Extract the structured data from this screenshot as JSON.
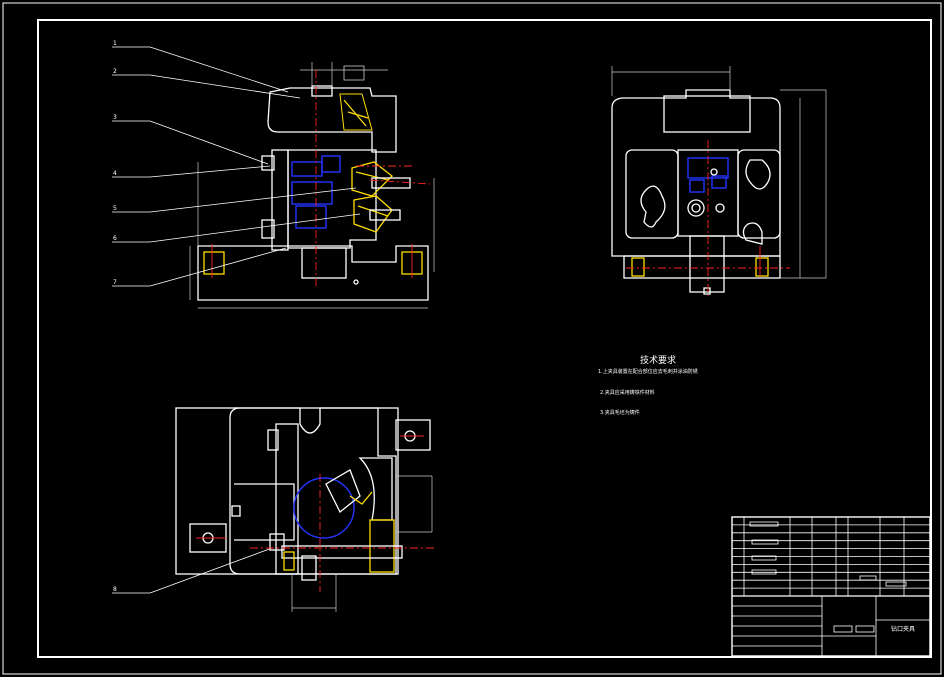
{
  "technical_requirements": {
    "title": "技术要求",
    "items": [
      "1.上夹具装置在配合部位应去毛刺并涂油防锈",
      "2.夹具应采用铸铁件材料",
      "3.夹具毛坯为铸件"
    ]
  },
  "balloons": [
    "1",
    "2",
    "3",
    "4",
    "5",
    "6",
    "7",
    "8"
  ],
  "title_block": {
    "drawing_name": "钻口夹具"
  },
  "colors": {
    "background": "#000000",
    "line": "#ffffff",
    "section": "#2233ff",
    "centerline": "#ff2222",
    "hatch": "#ffdd00",
    "dim": "#cccccc"
  }
}
